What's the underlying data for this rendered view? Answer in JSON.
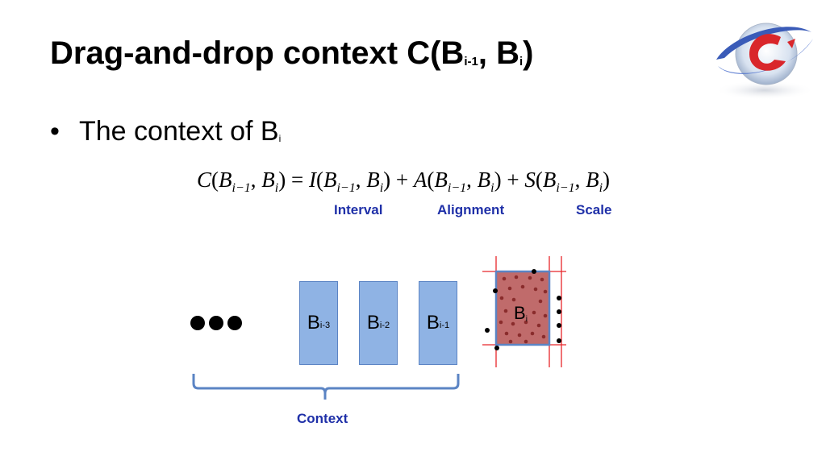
{
  "title": {
    "main": "Drag-and-drop context C(B",
    "sub1": "i-1",
    "mid": ", B",
    "sub2": "i",
    "end": ")"
  },
  "bullet": {
    "text": "The context of B",
    "sub": "i"
  },
  "formula": {
    "C": "C",
    "B": "B",
    "I": "I",
    "A": "A",
    "S": "S",
    "im1": "i−1",
    "i": "i",
    "lp": "(",
    "rp": ")",
    "comma": ", ",
    "eq": " = ",
    "plus": " + "
  },
  "terms": {
    "interval": "Interval",
    "alignment": "Alignment",
    "scale": "Scale"
  },
  "blocks": [
    {
      "letter": "B",
      "sub": "i-3"
    },
    {
      "letter": "B",
      "sub": "i-2"
    },
    {
      "letter": "B",
      "sub": "i-1"
    }
  ],
  "current_block": {
    "letter": "B",
    "sub": "i"
  },
  "context_label": "Context",
  "colors": {
    "label_blue": "#1f30a8",
    "block_fill": "#8fb3e4",
    "current_fill": "#c06b6b",
    "guide_red": "#e8262b"
  }
}
